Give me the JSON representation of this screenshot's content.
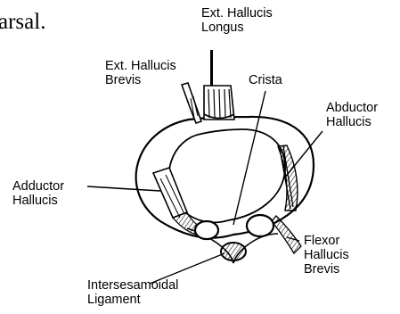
{
  "fragment_text": "arsal.",
  "labels": {
    "ext_hallucis_longus": [
      "Ext. Hallucis",
      "Longus"
    ],
    "ext_hallucis_brevis": [
      "Ext. Hallucis",
      "Brevis"
    ],
    "crista": [
      "Crista"
    ],
    "abductor_hallucis": [
      "Abductor",
      "Hallucis"
    ],
    "adductor_hallucis": [
      "Adductor",
      "Hallucis"
    ],
    "flexor_hallucis_brevis": [
      "Flexor",
      "Hallucis",
      "Brevis"
    ],
    "intersesamoidal_ligament": [
      "Intersesamoidal",
      "Ligament"
    ]
  },
  "colors": {
    "ink": "#000000",
    "paper": "#ffffff"
  }
}
